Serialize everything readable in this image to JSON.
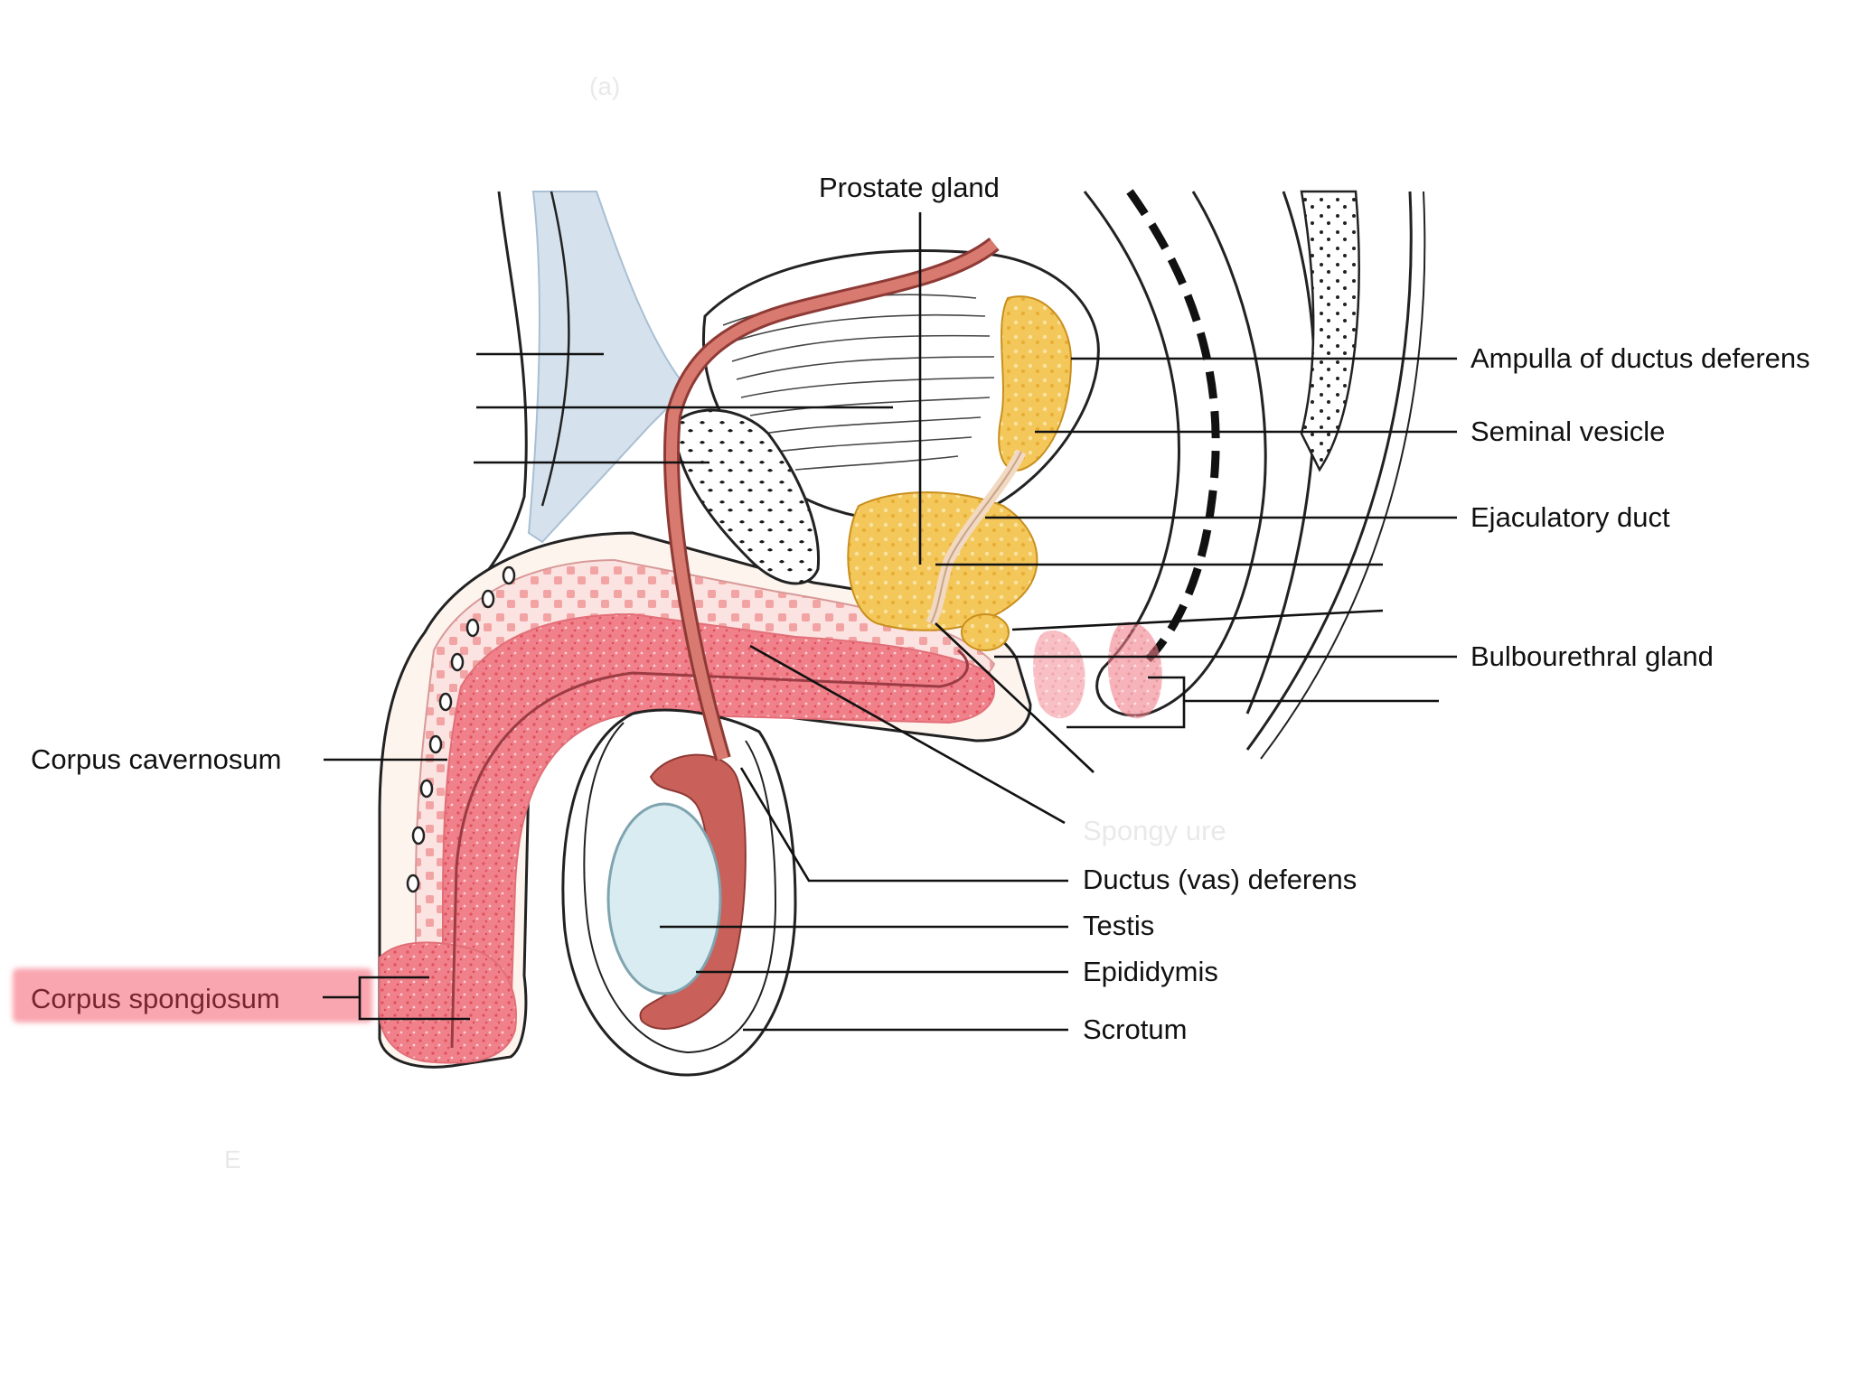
{
  "labels": {
    "prostate_gland": "Prostate gland",
    "ampulla": "Ampulla of ductus deferens",
    "seminal_vesicle": "Seminal vesicle",
    "ejaculatory_duct": "Ejaculatory duct",
    "bulbourethral_gland": "Bulbourethral gland",
    "corpus_cavernosum": "Corpus cavernosum",
    "corpus_spongiosum": "Corpus spongiosum",
    "ductus_deferens": "Ductus (vas) deferens",
    "testis": "Testis",
    "epididymis": "Epididymis",
    "scrotum": "Scrotum"
  },
  "faded_text": {
    "panel_letter": "(a)",
    "spongy": "Spongy ure",
    "footer": "E"
  },
  "highlight": {
    "target": "Corpus spongiosum",
    "color": "#f45c70"
  },
  "colors": {
    "duct": "#c9615a",
    "erectile_tissue": "#ee8a90",
    "gland_yellow": "#f4c44e",
    "bladder_lines": "#444444",
    "testis_fill": "#d8ecf1",
    "ligament_blue": "#d5e2ee"
  }
}
